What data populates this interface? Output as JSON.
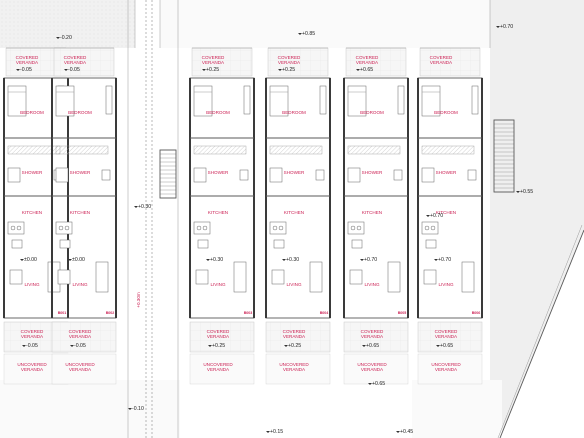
{
  "rooms": {
    "bedroom": "BEDROOM",
    "shower": "SHOWER",
    "kitchen": "KITCHEN",
    "living": "LIVING",
    "covered_veranda": [
      "COVERED",
      "VERANDA"
    ],
    "uncovered_veranda": [
      "UNCOVERED",
      "VERANDA"
    ]
  },
  "units": [
    {
      "top_level": "-0.05",
      "living_level": "±0.00",
      "bottom_level": "-0.05",
      "tag": "B001"
    },
    {
      "top_level": "-0.05",
      "living_level": "±0.00",
      "bottom_level": "-0.05",
      "tag": "B002"
    },
    {
      "top_level": "+0.25",
      "living_level": "+0.30",
      "bottom_level": "+0.25",
      "tag": "B003"
    },
    {
      "top_level": "+0.25",
      "living_level": "+0.30",
      "bottom_level": "+0.25",
      "tag": "B004"
    },
    {
      "top_level": "+0.65",
      "living_level": "+0.70",
      "bottom_level": "+0.65",
      "tag": "B005"
    },
    {
      "top_level": "",
      "living_level": "+0.70",
      "bottom_level": "+0.65",
      "tag": "B006"
    }
  ],
  "levels": {
    "top_left": "-0.20",
    "top_center": "+0.85",
    "top_right": "+0.70",
    "stair_left": "+0.30",
    "stair_right": "+0.55",
    "bottom_left": "-0.10",
    "bottom_center": "+0.15",
    "bottom_right": "+0.45",
    "uncov_extra": "+0.65",
    "path_a": "+0.30m",
    "path_b": "+0.70"
  }
}
